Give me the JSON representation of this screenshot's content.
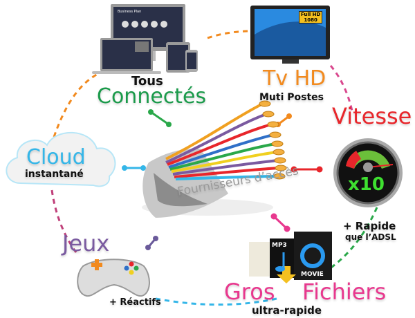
{
  "devices": {
    "screen_title": "Business Plan",
    "label_top": "Tous",
    "label_main": "Connectés"
  },
  "tv": {
    "badge_line1": "Full HD",
    "badge_line2": "1080",
    "label_main": "Tv HD",
    "label_sub": "Muti Postes"
  },
  "speed": {
    "label_main": "Vitesse",
    "gauge_value": "x10",
    "label_sub1": "+ Rapide",
    "label_sub2": "que l’ADSL"
  },
  "cloud": {
    "label_main": "Cloud",
    "label_sub": "instantané"
  },
  "center": {
    "label": "Fournisseurs d’accès"
  },
  "games": {
    "label_main": "Jeux",
    "label_sub": "+ Réactifs"
  },
  "files": {
    "mp3_label": "MP3",
    "movie_label": "MOVIE",
    "label_left": "Gros",
    "label_right": "Fichiers",
    "label_sub": "ultra-rapide"
  },
  "colors": {
    "green": "#1a9a4a",
    "orange": "#f28a1e",
    "red": "#e8262b",
    "cyan": "#34b6e8",
    "purple": "#7a5aa0",
    "pink": "#e8388e"
  }
}
